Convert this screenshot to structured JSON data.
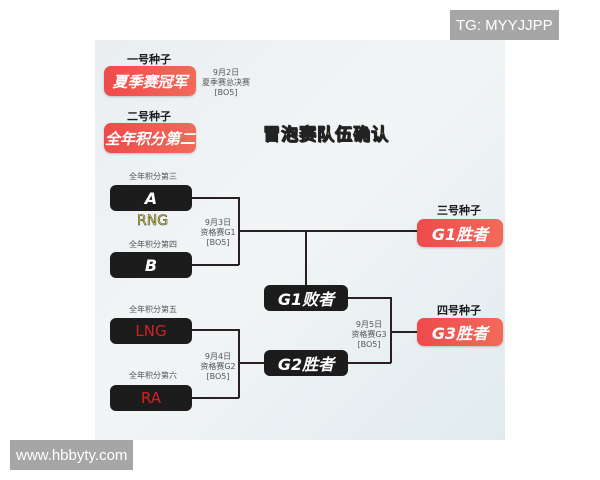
{
  "watermarks": {
    "top_right": "TG: MYYJJPP",
    "bottom_left": "www.hbbyty.com"
  },
  "title": "冒泡赛队伍确认",
  "seeds": {
    "seed1": {
      "label": "一号种子",
      "team": "夏季赛冠军"
    },
    "seed2": {
      "label": "二号种子",
      "team": "全年积分第二"
    },
    "seed3": {
      "label": "三号种子",
      "team": "G1胜者"
    },
    "seed4": {
      "label": "四号种子",
      "team": "G3胜者"
    }
  },
  "final_match": {
    "date": "9月2日",
    "name": "夏季赛总决赛",
    "format": "[BO5]"
  },
  "teams": {
    "A": {
      "rank_label": "全年积分第三",
      "name": "A"
    },
    "B": {
      "rank_label": "全年积分第四",
      "name": "B"
    },
    "LNG": {
      "rank_label": "全年积分第五",
      "name": "LNG"
    },
    "RA": {
      "rank_label": "全年积分第六",
      "name": "RA"
    }
  },
  "annotation_rng": "RNG",
  "matches": {
    "G1": {
      "date": "9月3日",
      "name": "资格赛G1",
      "format": "[BO5]"
    },
    "G2": {
      "date": "9月4日",
      "name": "资格赛G2",
      "format": "[BO5]"
    },
    "G3": {
      "date": "9月5日",
      "name": "资格赛G3",
      "format": "[BO5]"
    }
  },
  "nodes": {
    "g1_loser": "G1败者",
    "g2_winner": "G2胜者"
  },
  "colors": {
    "seed_red": "#ee4b4b",
    "team_box": "#1c1c1c",
    "title_yellow": "#f3d21a",
    "team_red_text": "#d62020",
    "rng_yellow": "#f1e62e",
    "connector": "#2a1f22"
  }
}
